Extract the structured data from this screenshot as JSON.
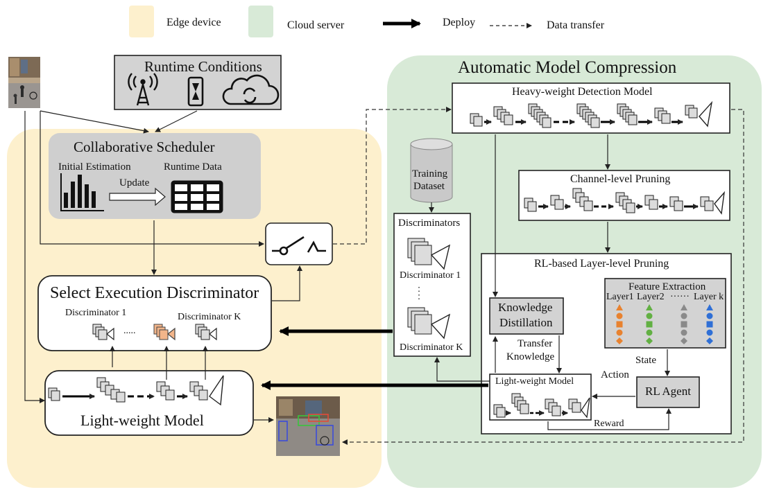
{
  "legend": {
    "edge_label": "Edge device",
    "cloud_label": "Cloud server",
    "deploy_label": "Deploy",
    "transfer_label": "Data transfer",
    "edge_color": "#fdf0cd",
    "cloud_color": "#d8ead7"
  },
  "runtime": {
    "title": "Runtime Conditions",
    "icons": [
      "signal-tower-icon",
      "hourglass-phone-icon",
      "cloud-sync-icon"
    ]
  },
  "scheduler": {
    "title": "Collaborative Scheduler",
    "initial_label": "Initial Estimation",
    "runtime_data_label": "Runtime Data",
    "update_label": "Update"
  },
  "select": {
    "title": "Select Execution Discriminator",
    "disc1_label": "Discriminator  1",
    "dots_label": ".....",
    "discK_label": "Discriminator  K"
  },
  "light_model": {
    "title": "Light-weight  Model"
  },
  "compression": {
    "title": "Automatic Model Compression",
    "heavy_title": "Heavy-weight Detection Model",
    "channel_title": "Channel-level  Pruning",
    "rl_title": "RL-based Layer-level  Pruning",
    "training_line1": "Training",
    "training_line2": "Dataset",
    "discriminators_title": "Discriminators",
    "disc1_label": "Discriminator  1",
    "discK_label": "Discriminator  K",
    "knowledge_line1": "Knowledge",
    "knowledge_line2": "Distillation",
    "transfer_line1": "Transfer",
    "transfer_line2": "Knowledge",
    "feature_title": "Feature Extraction",
    "layers": [
      "Layer1",
      "Layer2",
      "······",
      "Layer k"
    ],
    "layer_colors": [
      "#e8822f",
      "#62b043",
      "#8a8a8a",
      "#2f6fd6"
    ],
    "state_label": "State",
    "action_label": "Action",
    "rl_agent_label": "RL Agent",
    "lw_model_label": "Light-weight Model",
    "reward_label": "Reward"
  }
}
